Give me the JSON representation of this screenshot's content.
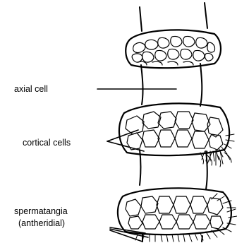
{
  "diagram": {
    "labels": {
      "axial_cell": "axial cell",
      "cortical_cells": "cortical cells",
      "spermatangia_line1": "spermatangia",
      "spermatangia_line2": "(antheridial)"
    }
  }
}
